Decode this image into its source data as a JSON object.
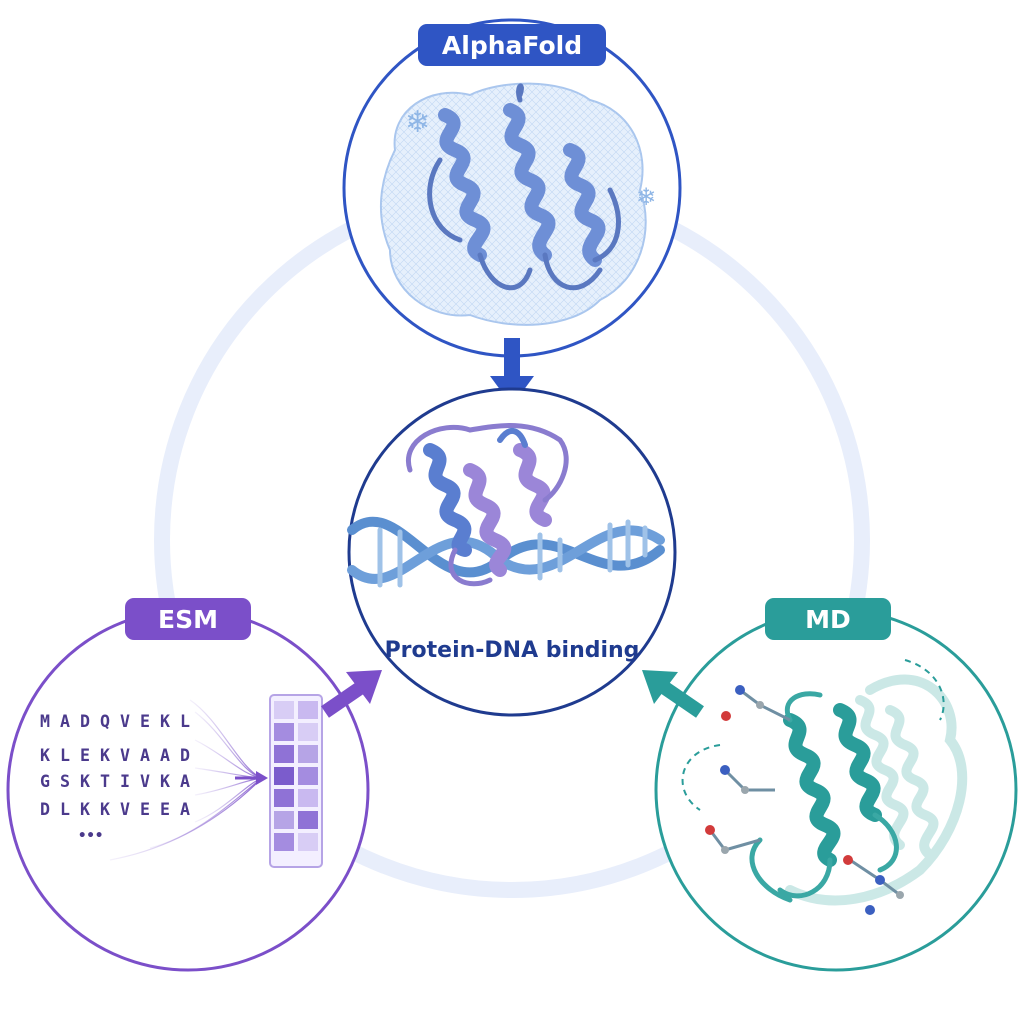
{
  "nodes": {
    "alphafold": {
      "label": "AlphaFold",
      "color": "#2f55c4",
      "structure_color": "#6e8fd6",
      "density_color": "#a9c6ee"
    },
    "esm": {
      "label": "ESM",
      "color": "#7b4fc9",
      "sequences": [
        "M A D Q V E K L",
        "K L E K V A A D",
        "G S K T I V K A",
        "D L K K V E E A",
        "•••"
      ]
    },
    "md": {
      "label": "MD",
      "color": "#2a9d9a"
    },
    "center": {
      "label": "Protein-DNA binding",
      "color": "#1f3b8f"
    }
  },
  "colors": {
    "ring": "#e8eefb",
    "dna": "#5a8fd0",
    "protein_purple": "#9b86d8",
    "protein_blue": "#5a7ed0"
  }
}
